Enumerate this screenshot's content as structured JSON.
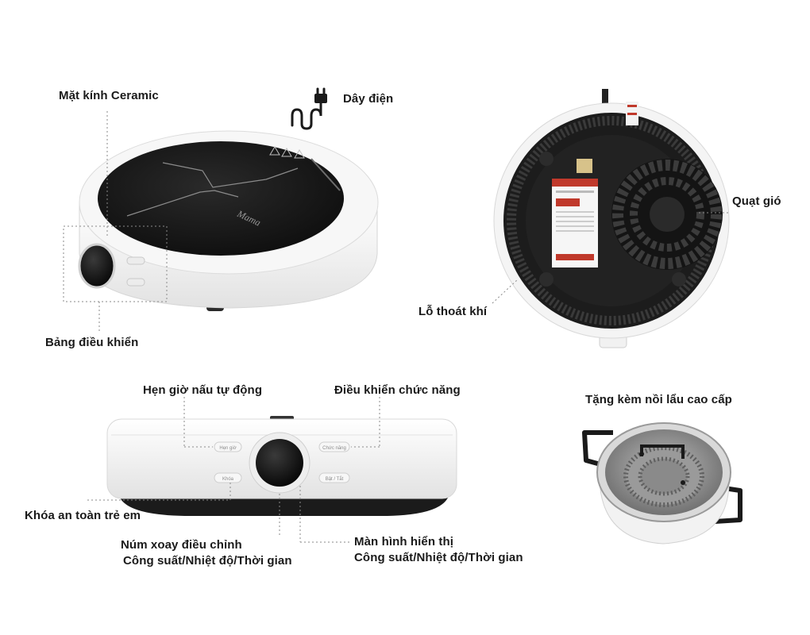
{
  "labels": {
    "glass_top": "Mặt kính Ceramic",
    "power_cord": "Dây điện",
    "control_panel": "Bảng điều khiển",
    "cooling_fan": "Quạt gió",
    "air_vent": "Lỗ thoát khí",
    "auto_timer": "Hẹn giờ nấu tự động",
    "function_control": "Điều khiển chức năng",
    "bonus_pot": "Tặng kèm nồi lẩu cao cấp",
    "child_lock": "Khóa an toàn trẻ em",
    "knob_line1": "Núm xoay điều chỉnh",
    "knob_line2": "Công suất/Nhiệt độ/Thời gian",
    "display_line1": "Màn hình hiển thị",
    "display_line2": "Công suất/Nhiệt độ/Thời gian"
  },
  "product": {
    "brand_mark": "Mama",
    "front_buttons": {
      "timer": "Hẹn giờ",
      "function": "Chức năng",
      "lock": "Khóa",
      "onoff": "Bật / Tắt"
    }
  },
  "colors": {
    "glass": "#141414",
    "body": "#f3f3f3",
    "text": "#1a1a1a",
    "leader": "#8a8a8a"
  },
  "icons": [
    "power-plug-icon"
  ]
}
